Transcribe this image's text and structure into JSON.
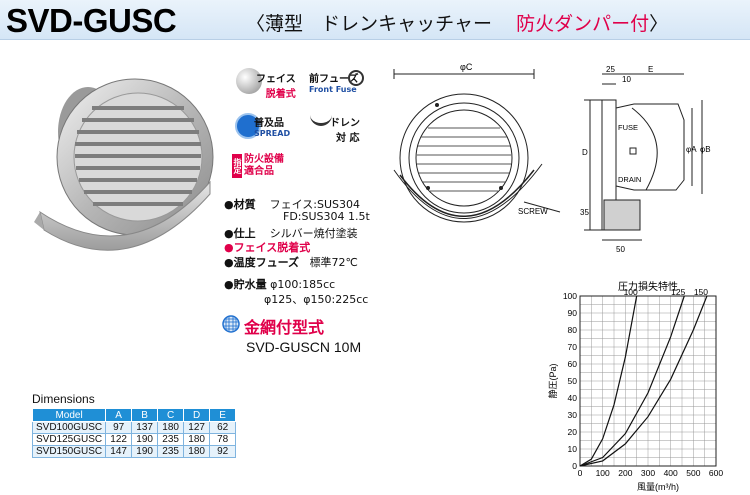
{
  "header": {
    "model": "SVD-GUSC",
    "subtitle_open": "〈",
    "subtitle_type": "薄型",
    "subtitle_name": "ドレンキャッチャー",
    "subtitle_feature": "防火ダンパー付",
    "subtitle_close": "〉"
  },
  "badges": {
    "face_line1": "フェイス",
    "face_line2": "脱着式",
    "fuse_line1": "前フューズ",
    "fuse_line2": "Front Fuse",
    "spread_line1": "普及品",
    "spread_line2": "SPREAD",
    "drain_line1": "ドレン",
    "drain_line2": "対 応",
    "fire_side": "指定",
    "fire_line1": "防火設備",
    "fire_line2": "適合品"
  },
  "specs": {
    "material_label": "●材質",
    "material_value1": "フェイス:SUS304",
    "material_value2": "FD:SUS304 1.5t",
    "finish_label": "●仕上",
    "finish_value": "シルバー焼付塗装",
    "face_detach": "●フェイス脱着式",
    "fuse_label": "●温度フューズ",
    "fuse_value": "標準72℃",
    "water_label": "●貯水量",
    "water_value1": "φ100:185cc",
    "water_value2": "φ125、φ150:225cc"
  },
  "net_option": {
    "title": "金網付型式",
    "model": "SVD-GUSCN 10M"
  },
  "drawing": {
    "phi_c": "φC",
    "dim_25": "25",
    "dim_10": "10",
    "dim_e": "E",
    "fuse": "FUSE",
    "drain": "DRAIN",
    "screw": "SCREW",
    "dim_d": "D",
    "dim_35": "35",
    "dim_50": "50",
    "phi_a": "φA",
    "phi_b": "φB"
  },
  "dimensions": {
    "caption": "Dimensions",
    "headers": [
      "Model",
      "A",
      "B",
      "C",
      "D",
      "E"
    ],
    "rows": [
      [
        "SVD100GUSC",
        "97",
        "137",
        "180",
        "127",
        "62"
      ],
      [
        "SVD125GUSC",
        "122",
        "190",
        "235",
        "180",
        "78"
      ],
      [
        "SVD150GUSC",
        "147",
        "190",
        "235",
        "180",
        "92"
      ]
    ]
  },
  "chart_data": {
    "type": "line",
    "title": "圧力損失特性",
    "xlabel": "風量(m³/h)",
    "ylabel": "静圧(Pa)",
    "xlim": [
      0,
      600
    ],
    "ylim": [
      0,
      100
    ],
    "xticks": [
      "0",
      "100",
      "200",
      "300",
      "400",
      "500",
      "600"
    ],
    "yticks": [
      "0",
      "10",
      "20",
      "30",
      "40",
      "50",
      "60",
      "70",
      "80",
      "90",
      "100"
    ],
    "grid": true,
    "series": [
      {
        "name": "100",
        "x": [
          0,
          50,
          100,
          150,
          200,
          250
        ],
        "y": [
          0,
          4,
          16,
          36,
          64,
          100
        ]
      },
      {
        "name": "125",
        "x": [
          0,
          100,
          200,
          300,
          400,
          460
        ],
        "y": [
          0,
          5,
          19,
          43,
          76,
          100
        ]
      },
      {
        "name": "150",
        "x": [
          0,
          100,
          200,
          300,
          400,
          500,
          560
        ],
        "y": [
          0,
          3,
          13,
          29,
          51,
          80,
          100
        ]
      }
    ]
  }
}
